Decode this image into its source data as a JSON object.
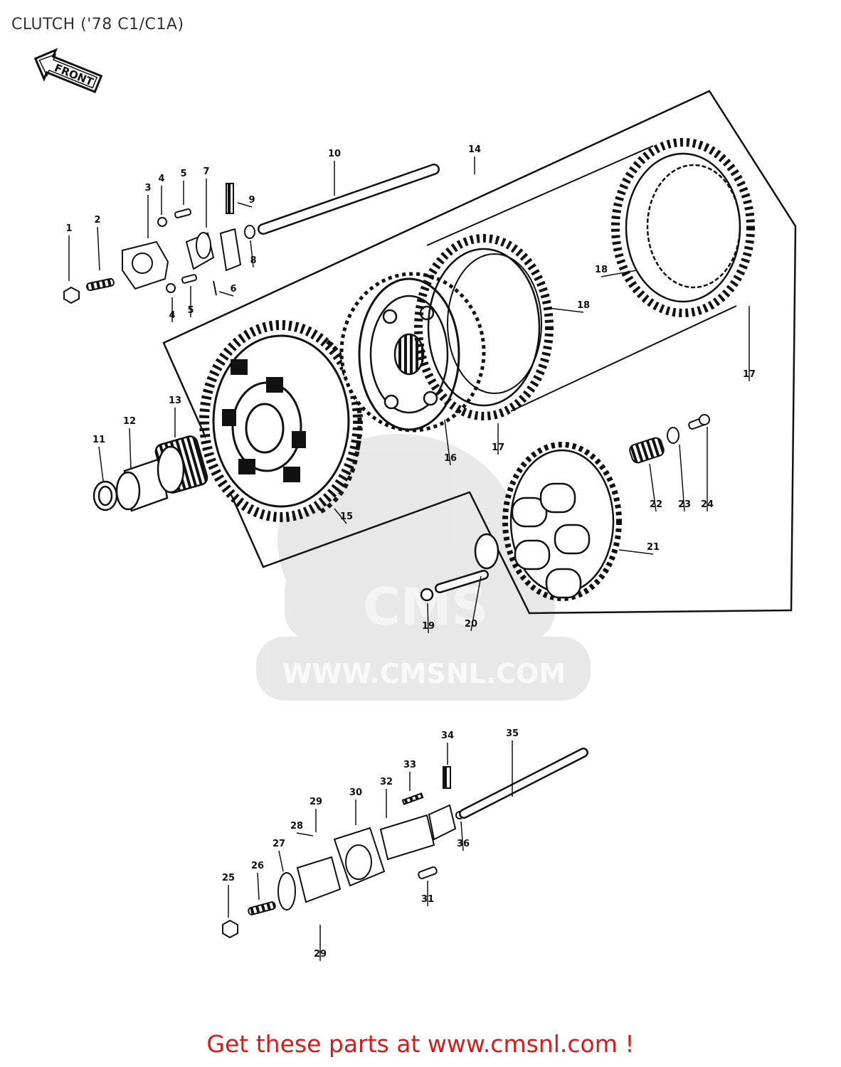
{
  "title": "CLUTCH ('78 C1/C1A)",
  "front_label": "FRONT",
  "watermark": {
    "logo": "CMS",
    "url": "WWW.CMSNL.COM"
  },
  "footer": "Get these parts at www.cmsnl.com !",
  "footer_color": "#d61b1b",
  "line_color": "#111111",
  "callouts": [
    {
      "id": "1",
      "label": "1"
    },
    {
      "id": "2",
      "label": "2"
    },
    {
      "id": "3",
      "label": "3"
    },
    {
      "id": "4a",
      "label": "4"
    },
    {
      "id": "4b",
      "label": "4"
    },
    {
      "id": "5a",
      "label": "5"
    },
    {
      "id": "5b",
      "label": "5"
    },
    {
      "id": "6",
      "label": "6"
    },
    {
      "id": "7",
      "label": "7"
    },
    {
      "id": "8",
      "label": "8"
    },
    {
      "id": "9",
      "label": "9"
    },
    {
      "id": "10",
      "label": "10"
    },
    {
      "id": "11",
      "label": "11"
    },
    {
      "id": "12",
      "label": "12"
    },
    {
      "id": "13",
      "label": "13"
    },
    {
      "id": "14",
      "label": "14"
    },
    {
      "id": "15",
      "label": "15"
    },
    {
      "id": "16",
      "label": "16"
    },
    {
      "id": "17a",
      "label": "17"
    },
    {
      "id": "17b",
      "label": "17"
    },
    {
      "id": "18a",
      "label": "18"
    },
    {
      "id": "18b",
      "label": "18"
    },
    {
      "id": "19",
      "label": "19"
    },
    {
      "id": "20",
      "label": "20"
    },
    {
      "id": "21",
      "label": "21"
    },
    {
      "id": "22",
      "label": "22"
    },
    {
      "id": "23",
      "label": "23"
    },
    {
      "id": "24",
      "label": "24"
    },
    {
      "id": "25",
      "label": "25"
    },
    {
      "id": "26",
      "label": "26"
    },
    {
      "id": "27",
      "label": "27"
    },
    {
      "id": "28",
      "label": "28"
    },
    {
      "id": "29a",
      "label": "29"
    },
    {
      "id": "29b",
      "label": "29"
    },
    {
      "id": "30",
      "label": "30"
    },
    {
      "id": "31",
      "label": "31"
    },
    {
      "id": "32",
      "label": "32"
    },
    {
      "id": "33",
      "label": "33"
    },
    {
      "id": "34",
      "label": "34"
    },
    {
      "id": "35",
      "label": "35"
    },
    {
      "id": "36",
      "label": "36"
    }
  ]
}
